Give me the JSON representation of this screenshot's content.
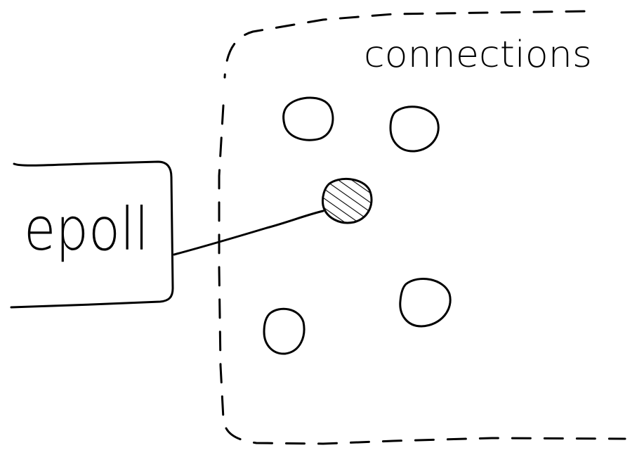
{
  "epoll_label": "epoll",
  "connections_label": "connections",
  "ink_color": "#000000",
  "background_color": "#ffffff",
  "connection_count": 5,
  "active_connection_count": 1,
  "active_connection_fill": "diagonal-hatch"
}
